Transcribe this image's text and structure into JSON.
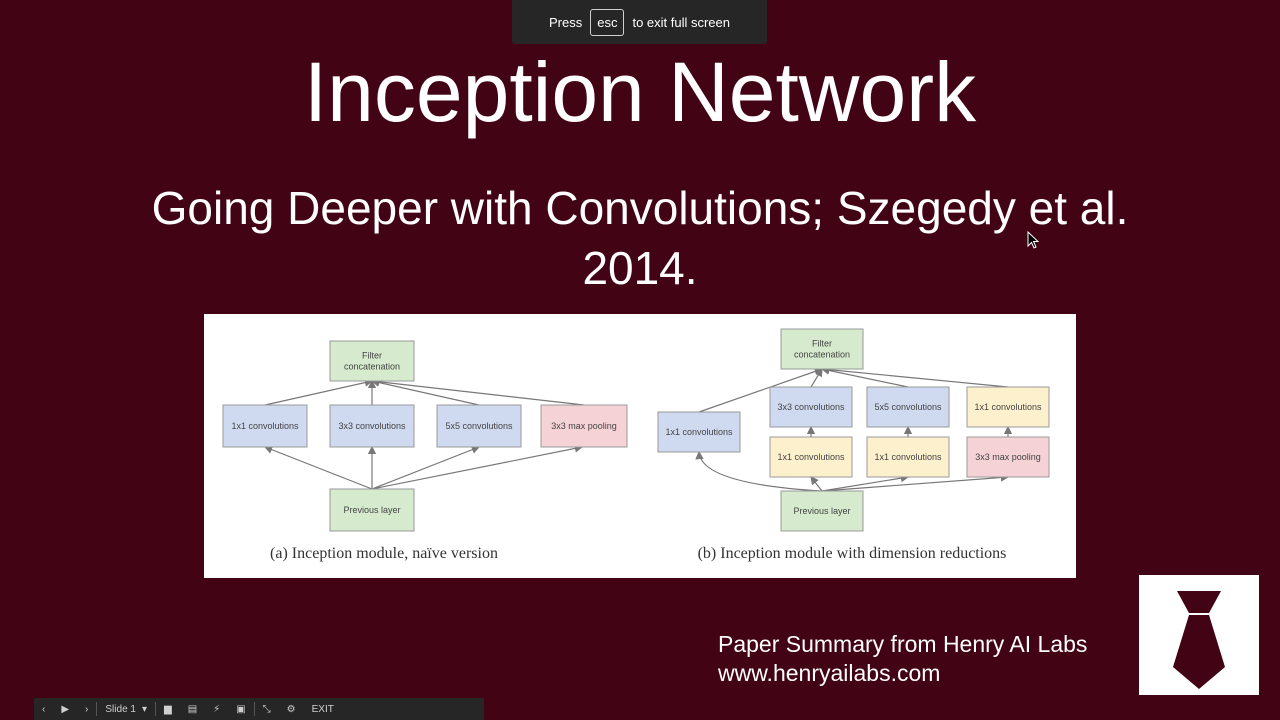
{
  "fullscreen_banner": {
    "press": "Press",
    "key": "esc",
    "suffix": "to exit full screen"
  },
  "slide": {
    "title": "Inception Network",
    "subtitle_line1": "Going Deeper with Convolutions; Szegedy et al.",
    "subtitle_line2": "2014."
  },
  "figure": {
    "colors": {
      "green": "#d6eacd",
      "blue": "#cfdaf0",
      "red": "#f5d2d6",
      "yellow": "#fdf0cc",
      "border": "#9a9a9a",
      "arrow": "#777777"
    },
    "naive": {
      "filter": "Filter",
      "concat": "concatenation",
      "conv1": "1x1 convolutions",
      "conv3": "3x3 convolutions",
      "conv5": "5x5 convolutions",
      "pool": "3x3 max pooling",
      "prev": "Previous layer",
      "caption": "(a)  Inception module, naïve version"
    },
    "reduced": {
      "filter": "Filter",
      "concat": "concatenation",
      "conv1_left": "1x1 convolutions",
      "conv3": "3x3 convolutions",
      "conv5": "5x5 convolutions",
      "conv1_top": "1x1 convolutions",
      "red1": "1x1 convolutions",
      "red2": "1x1 convolutions",
      "pool": "3x3 max pooling",
      "prev": "Previous layer",
      "caption": "(b)  Inception module with dimension reductions"
    }
  },
  "attribution": {
    "line1": "Paper Summary from Henry AI Labs",
    "line2": "www.henryailabs.com"
  },
  "logo": {
    "icon": "necktie-icon",
    "color": "#420315"
  },
  "controls": {
    "slide_label": "Slide 1",
    "exit_label": "EXIT"
  }
}
